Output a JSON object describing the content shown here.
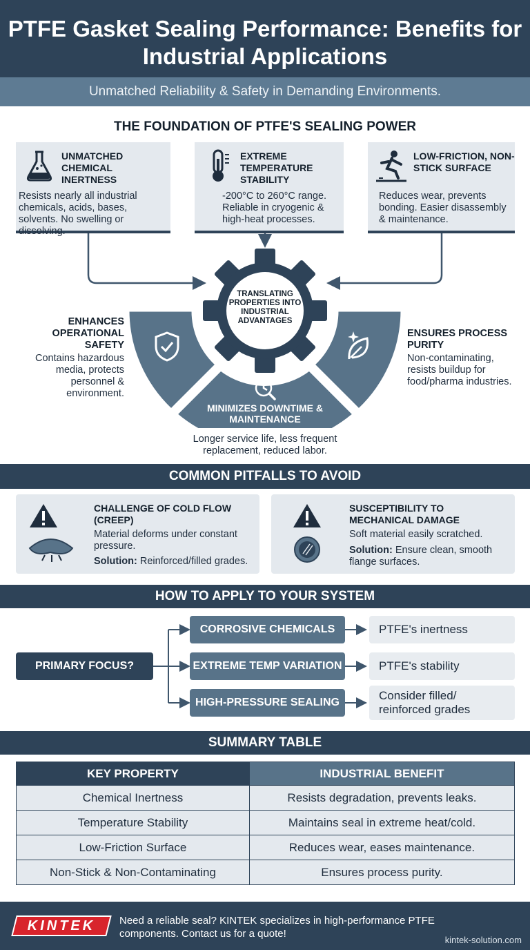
{
  "header": {
    "title": "PTFE Gasket Sealing Performance: Benefits for Industrial Applications",
    "subtitle": "Unmatched Reliability & Safety in Demanding Environments."
  },
  "foundation": {
    "title": "THE FOUNDATION OF PTFE'S SEALING POWER",
    "cards": [
      {
        "icon": "flask-icon",
        "title": "UNMATCHED CHEMICAL INERTNESS",
        "text": "Resists nearly all industrial chemicals, acids, bases, solvents. No swelling or dissolving."
      },
      {
        "icon": "thermometer-icon",
        "title": "EXTREME TEMPERATURE STABILITY",
        "text": "-200°C to 260°C range. Reliable in cryogenic & high-heat processes."
      },
      {
        "icon": "slip-icon",
        "title": "LOW-FRICTION, NON-STICK SURFACE",
        "text": "Reduces wear, prevents bonding. Easier disassembly & maintenance."
      }
    ],
    "gear_label": "TRANSLATING PROPERTIES INTO INDUSTRIAL ADVANTAGES",
    "benefits": {
      "safety": {
        "title": "ENHANCES OPERATIONAL SAFETY",
        "text": "Contains hazardous media, protects personnel & environment."
      },
      "downtime": {
        "title": "MINIMIZES DOWNTIME & MAINTENANCE",
        "text": "Longer service life, less frequent replacement, reduced labor."
      },
      "purity": {
        "title": "ENSURES PROCESS PURITY",
        "text": "Non-contaminating, resists buildup for food/pharma industries."
      }
    }
  },
  "pitfalls": {
    "title": "COMMON PITFALLS TO AVOID",
    "items": [
      {
        "title": "CHALLENGE OF COLD FLOW (CREEP)",
        "text": "Material deforms under constant pressure.",
        "solution_label": "Solution:",
        "solution": "Reinforced/filled grades."
      },
      {
        "title": "SUSCEPTIBILITY TO MECHANICAL DAMAGE",
        "text": "Soft material easily scratched.",
        "solution_label": "Solution:",
        "solution": "Ensure clean, smooth flange surfaces."
      }
    ]
  },
  "apply": {
    "title": "HOW TO APPLY TO YOUR SYSTEM",
    "focus": "PRIMARY FOCUS?",
    "options": [
      {
        "label": "CORROSIVE CHEMICALS",
        "result": "PTFE's inertness"
      },
      {
        "label": "EXTREME TEMP VARIATION",
        "result": "PTFE's stability"
      },
      {
        "label": "HIGH-PRESSURE SEALING",
        "result": "Consider filled/ reinforced grades"
      }
    ]
  },
  "summary": {
    "title": "SUMMARY TABLE",
    "headers": [
      "KEY PROPERTY",
      "INDUSTRIAL BENEFIT"
    ],
    "rows": [
      [
        "Chemical Inertness",
        "Resists degradation, prevents leaks."
      ],
      [
        "Temperature Stability",
        "Maintains seal in extreme heat/cold."
      ],
      [
        "Low-Friction Surface",
        "Reduces wear, eases maintenance."
      ],
      [
        "Non-Stick & Non-Contaminating",
        "Ensures process purity."
      ]
    ]
  },
  "footer": {
    "logo": "KINTEK",
    "text": "Need a reliable seal? KINTEK specializes in high-performance PTFE components. Contact us for a quote!",
    "url": "kintek-solution.com"
  },
  "colors": {
    "navy": "#2e4358",
    "slate": "#587389",
    "card": "#e4e9ee",
    "brand_red": "#d8242c"
  }
}
